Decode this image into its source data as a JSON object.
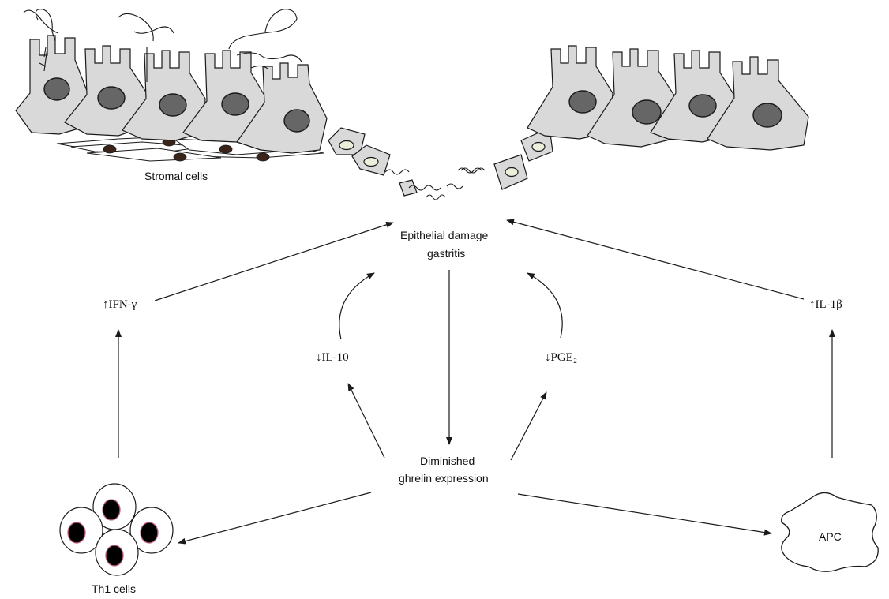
{
  "labels": {
    "stromal_cells": "Stromal cells",
    "epithelial_damage_line1": "Epithelial damage",
    "epithelial_damage_line2": "gastritis",
    "ifn_gamma": "↑IFN-γ",
    "il_10": "↓IL-10",
    "pge2": "↓PGE₂",
    "il_1beta": "↑IL-1β",
    "diminished_line1": "Diminished",
    "diminished_line2": "ghrelin expression",
    "th1_cells": "Th1 cells",
    "apc": "APC"
  }
}
